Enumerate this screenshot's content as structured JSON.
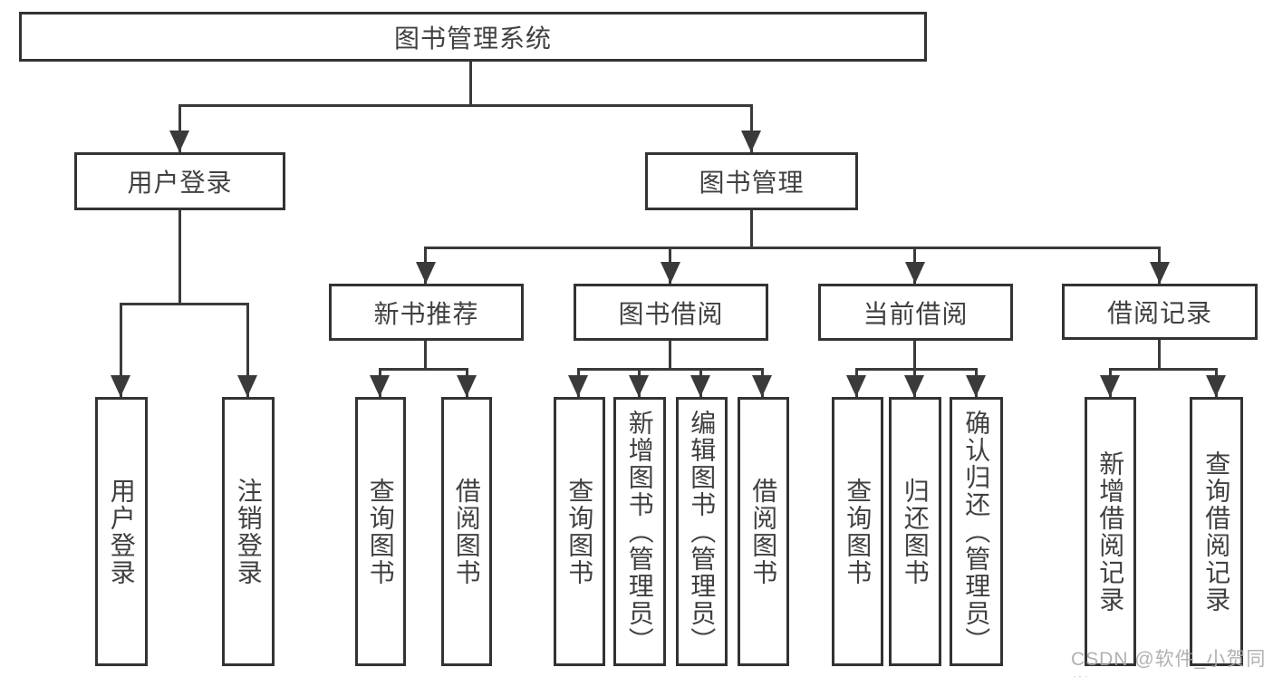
{
  "diagram_title": "图书管理系统",
  "nodes": {
    "root": {
      "label": "图书管理系统"
    },
    "level2": [
      {
        "label": "用户登录"
      },
      {
        "label": "图书管理"
      }
    ],
    "level3": [
      {
        "label": "新书推荐"
      },
      {
        "label": "图书借阅"
      },
      {
        "label": "当前借阅"
      },
      {
        "label": "借阅记录"
      }
    ],
    "leaves": [
      {
        "label": "用户登录"
      },
      {
        "label": "注销登录"
      },
      {
        "label": "查询图书"
      },
      {
        "label": "借阅图书"
      },
      {
        "label": "查询图书"
      },
      {
        "label": "新增图书（管理员）"
      },
      {
        "label": "编辑图书（管理员）"
      },
      {
        "label": "借阅图书"
      },
      {
        "label": "查询图书"
      },
      {
        "label": "归还图书"
      },
      {
        "label": "确认归还（管理员）"
      },
      {
        "label": "新增借阅记录"
      },
      {
        "label": "查询借阅记录"
      }
    ]
  },
  "hierarchy": {
    "图书管理系统": [
      "用户登录",
      "图书管理"
    ],
    "用户登录": [
      "用户登录",
      "注销登录"
    ],
    "图书管理": [
      "新书推荐",
      "图书借阅",
      "当前借阅",
      "借阅记录"
    ],
    "新书推荐": [
      "查询图书",
      "借阅图书"
    ],
    "图书借阅": [
      "查询图书",
      "新增图书（管理员）",
      "编辑图书（管理员）",
      "借阅图书"
    ],
    "当前借阅": [
      "查询图书",
      "归还图书",
      "确认归还（管理员）"
    ],
    "借阅记录": [
      "新增借阅记录",
      "查询借阅记录"
    ]
  },
  "watermark": {
    "text": "CSDN @软件_小贺同学"
  },
  "colors": {
    "line": "#3a3a3a",
    "node_border": "#333333",
    "node_text": "#404040",
    "background": "#ffffff",
    "watermark": "#a8a8a8"
  }
}
